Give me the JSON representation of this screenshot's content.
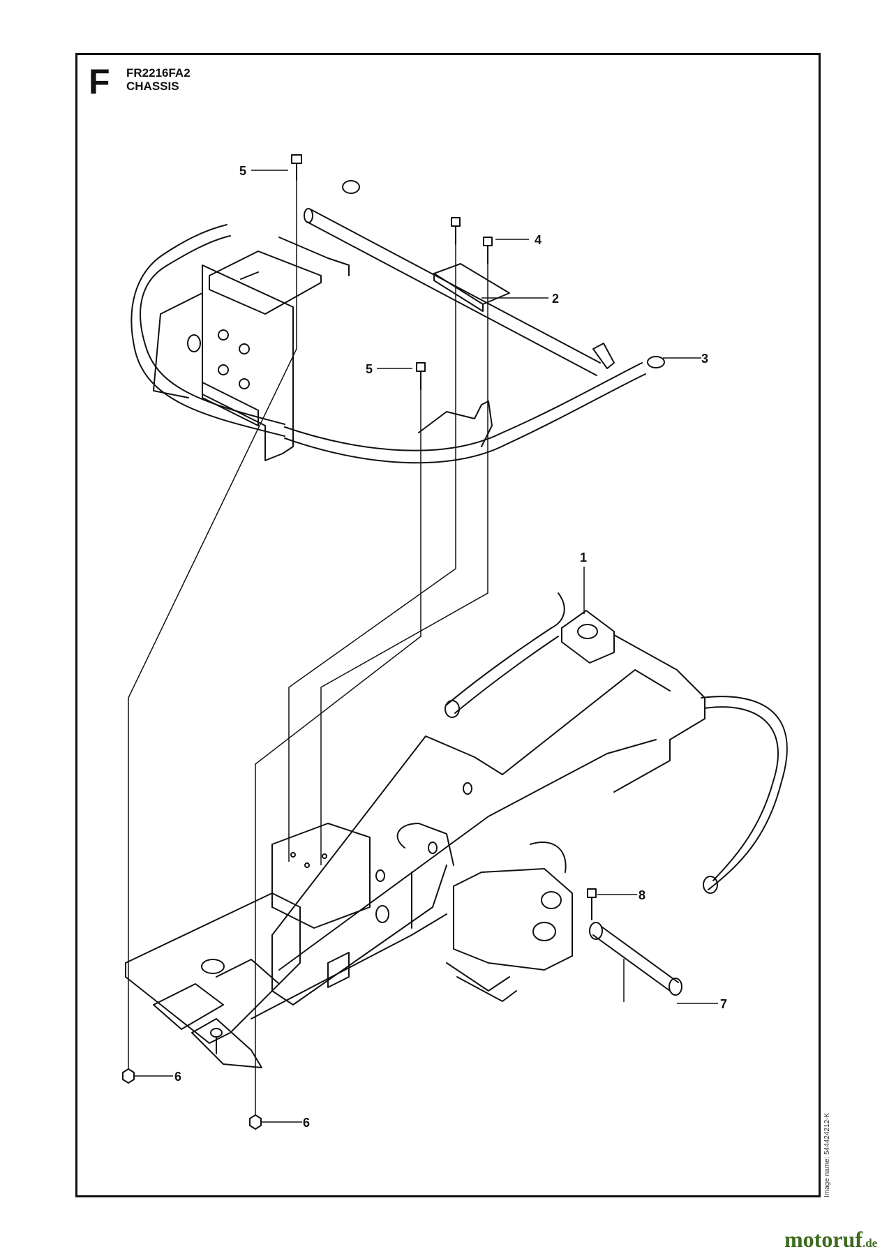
{
  "header": {
    "section_letter": "F",
    "model": "FR2216FA2",
    "title": "CHASSIS"
  },
  "image_name": "Image name: 544424212-K",
  "watermark": {
    "brand": "motoruf",
    "suffix": ".de",
    "color": "#3d6a1f"
  },
  "callouts": [
    "5",
    "4",
    "2",
    "3",
    "5",
    "1",
    "8",
    "7",
    "6",
    "6"
  ]
}
